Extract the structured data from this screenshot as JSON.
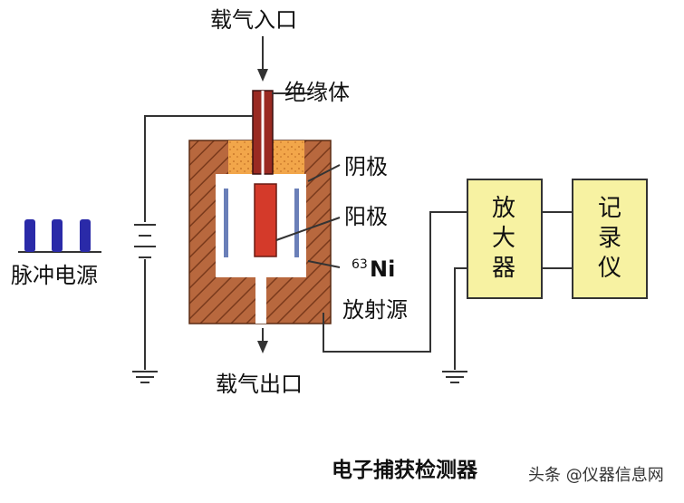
{
  "labels": {
    "gas_inlet": "载气入口",
    "gas_outlet": "载气出口",
    "insulator": "绝缘体",
    "cathode": "阴极",
    "anode": "阳极",
    "isotope_mass": "63",
    "isotope_element": "Ni",
    "radiation_source": "放射源",
    "pulse_power": "脉冲电源",
    "amplifier": [
      "放",
      "大",
      "器"
    ],
    "recorder": [
      "记",
      "录",
      "仪"
    ],
    "title": "电子捕获检测器",
    "watermark": "头条 @仪器信息网"
  },
  "colors": {
    "cell_body": "#b8683e",
    "cell_hatch": "#7a3a1c",
    "insulator": "#f2a64a",
    "anode": "#d43a2a",
    "electrode": "#6a7fb8",
    "pulse": "#2a2aa8",
    "box_fill": "#f7f2a2",
    "wire": "#333333"
  }
}
